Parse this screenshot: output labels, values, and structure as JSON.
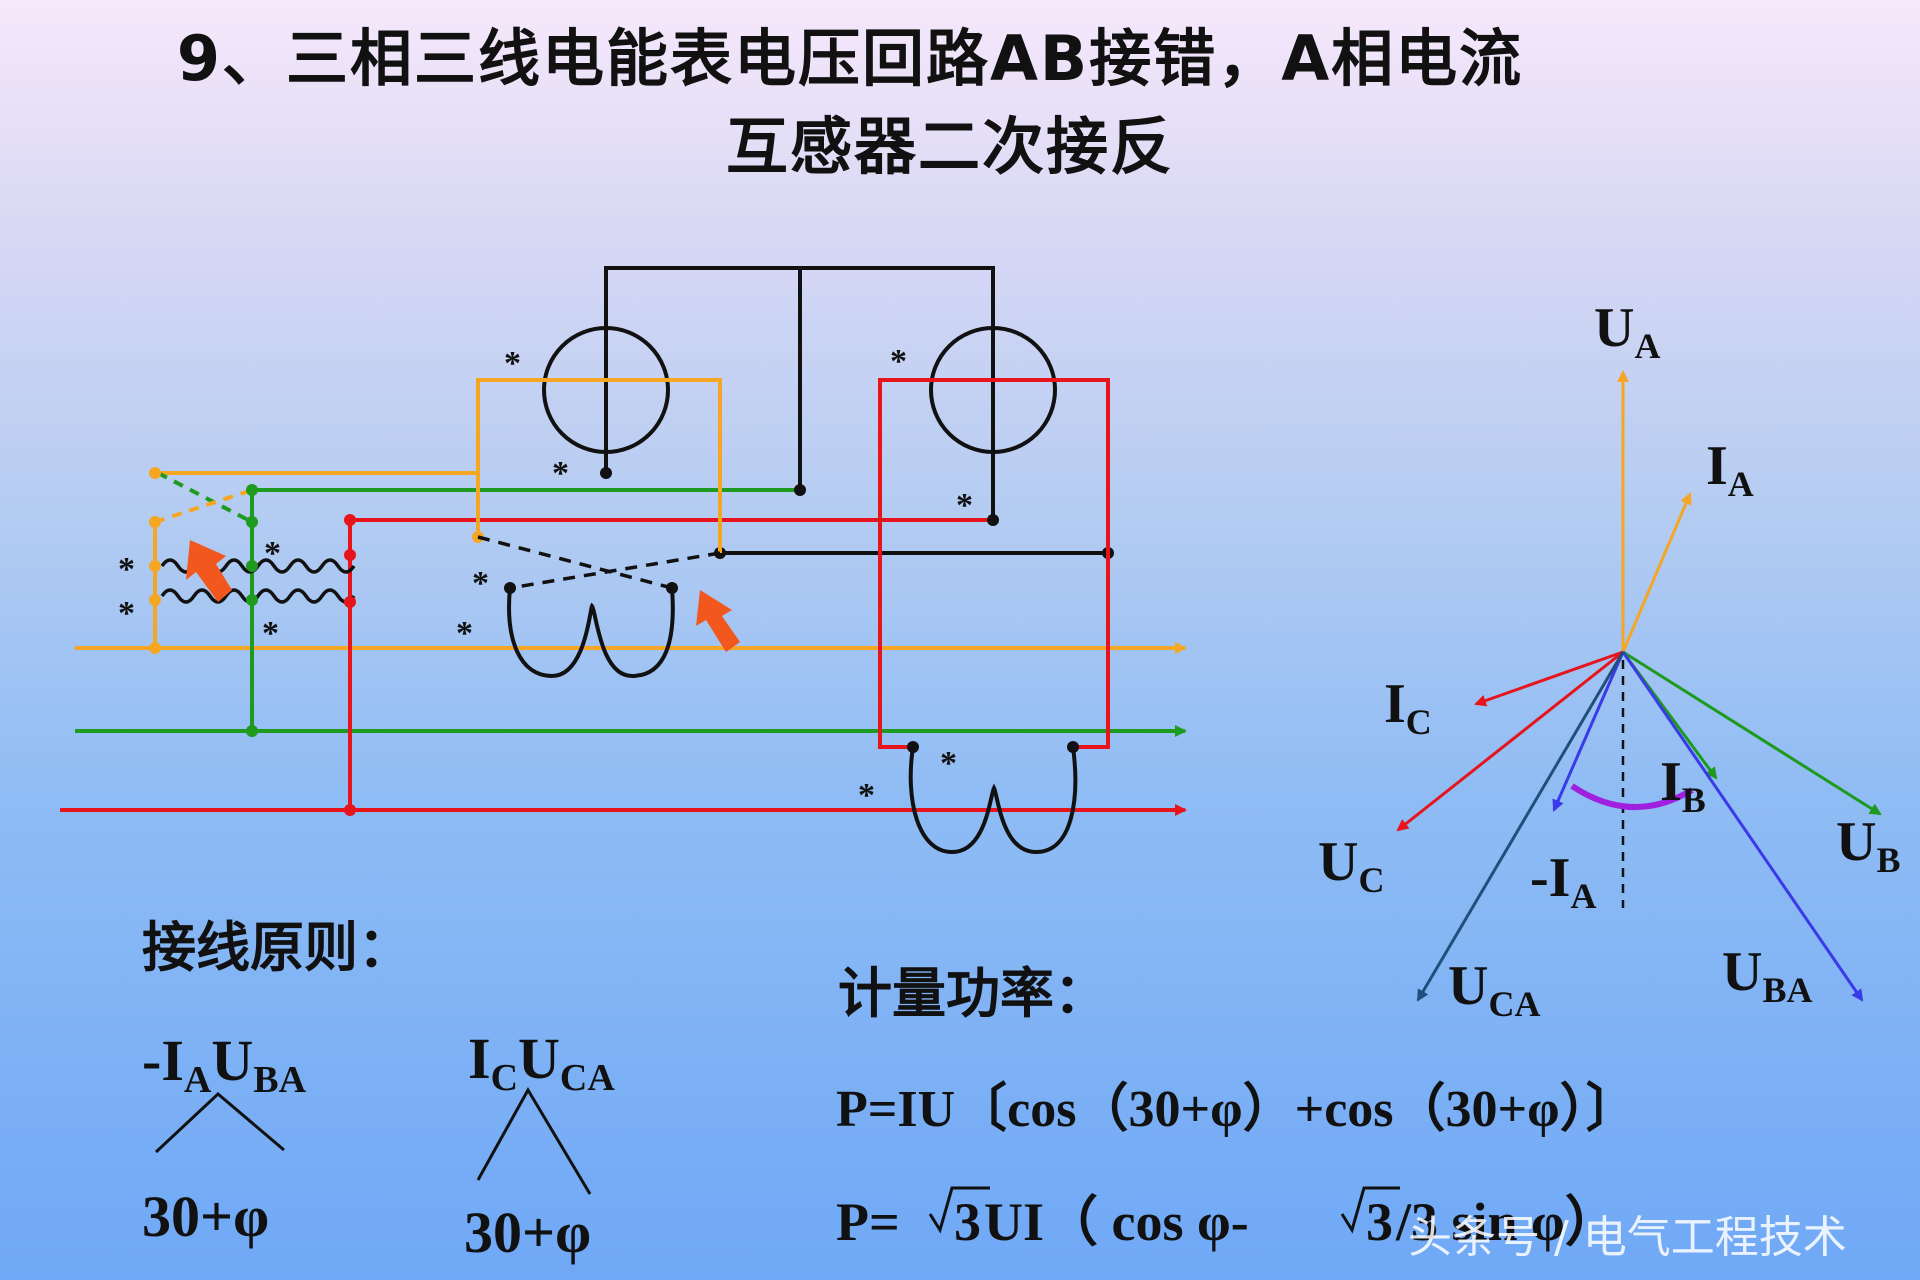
{
  "title": {
    "line1": "9、三相三线电能表电压回路AB接错，A相电流",
    "line2": "互感器二次接反"
  },
  "wiring_diagram": {
    "polarity_mark": "*"
  },
  "phasor_diagram": {
    "labels": {
      "ua_main": "U",
      "ua_sub": "A",
      "ia_main": "I",
      "ia_sub": "A",
      "ic_main": "I",
      "ic_sub": "C",
      "ib_main": "I",
      "ib_sub": "B",
      "uc_main": "U",
      "uc_sub": "C",
      "neg_ia_main": "-I",
      "neg_ia_sub": "A",
      "ub_main": "U",
      "ub_sub": "B",
      "uca_main": "U",
      "uca_sub": "CA",
      "uba_main": "U",
      "uba_sub": "BA"
    }
  },
  "principle": {
    "heading": "接线原则：",
    "pair1": {
      "i_main": "-I",
      "i_sub": "A",
      "u_main": "U",
      "u_sub": "BA",
      "angle": "30+φ"
    },
    "pair2": {
      "i_main": "I",
      "i_sub": "C",
      "u_main": "U",
      "u_sub": "CA",
      "angle": "30+φ"
    }
  },
  "metering": {
    "heading": "计量功率：",
    "formula1": "P=IU〔cos（30+φ）+cos（30+φ）〕",
    "formula2_prefix": "P=",
    "formula2_root1": "3",
    "formula2_mid": "UI（ cos φ-",
    "formula2_root2": "3",
    "formula2_tail": "/3 sin φ）"
  },
  "watermark": "头条号 / 电气工程技术",
  "colors": {
    "phase_a": "#f5a623",
    "phase_b": "#1e9a1e",
    "phase_c": "#e8141c",
    "neutral_black": "#111111",
    "arrow_orange": "#f2581e",
    "blue_current": "#3a3ae8",
    "uca_line": "#1f4f7a",
    "arc_purple": "#a020e0"
  }
}
